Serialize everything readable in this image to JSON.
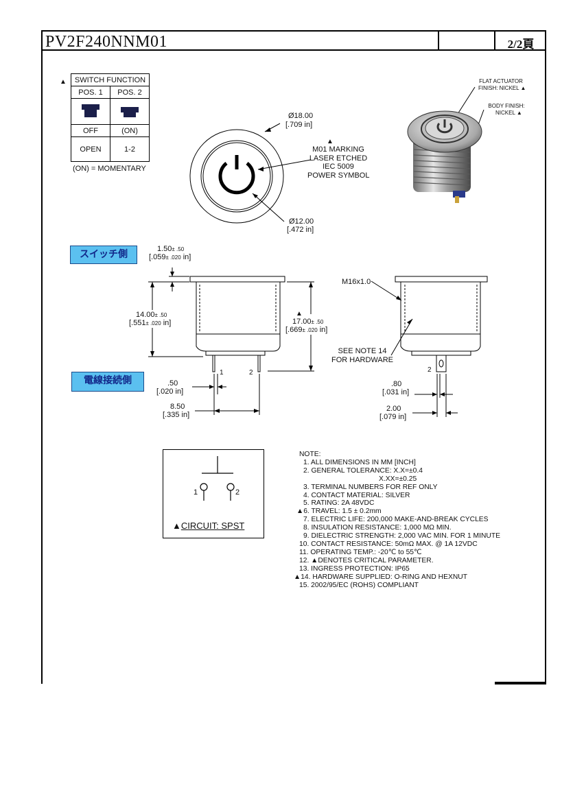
{
  "header": {
    "part_number": "PV2F240NNM01",
    "page": "2/2頁"
  },
  "switch_function": {
    "title": "SWITCH FUNCTION",
    "pos1": "POS. 1",
    "pos2": "POS. 2",
    "state1": "OFF",
    "state2": "(ON)",
    "contact1": "OPEN",
    "contact2": "1-2",
    "footnote": "(ON) = MOMENTARY"
  },
  "front_view": {
    "outer_dia_mm": "Ø18.00",
    "outer_dia_in": "[.709 in]",
    "inner_dia_mm": "Ø12.00",
    "inner_dia_in": "[.472 in]",
    "marking": [
      "M01 MARKING",
      "LASER ETCHED",
      "IEC 5009",
      "POWER SYMBOL"
    ]
  },
  "photo": {
    "actuator": [
      "FLAT ACTUATOR",
      "FINISH: NICKEL"
    ],
    "body": [
      "BODY FINISH:",
      "NICKEL"
    ]
  },
  "labels": {
    "switch_side": "スイッチ側",
    "wire_side": "電線接続側"
  },
  "side_view": {
    "flange_mm": "1.50",
    "flange_tol": "± .50",
    "flange_in": "[.059",
    "flange_in_tol": "± .020",
    "flange_in_end": "in]",
    "body_mm": "14.00",
    "body_tol": "± .50",
    "body_in": "[.551",
    "body_in_tol": "± .020",
    "body_in_end": "in]",
    "total_mm": "17.00",
    "total_tol": "± .50",
    "total_in": "[.669",
    "total_in_tol": "± .020",
    "total_in_end": "in]",
    "term1": "1",
    "term2": "2",
    "term_w_mm": ".50",
    "term_w_in": "[.020 in]",
    "term_pitch_mm": "8.50",
    "term_pitch_in": "[.335 in]"
  },
  "side_view2": {
    "thread": "M16x1.0",
    "note_ref": [
      "SEE NOTE 14",
      "FOR HARDWARE"
    ],
    "term2": "2",
    "term_t_mm": ".80",
    "term_t_in": "[.031 in]",
    "term_w_mm": "2.00",
    "term_w_in": "[.079 in]"
  },
  "circuit": {
    "label": "CIRCUIT: SPST",
    "t1": "1",
    "t2": "2"
  },
  "notes": {
    "title": "NOTE:",
    "items": [
      "1. ALL DIMENSIONS IN MM [INCH]",
      "2. GENERAL TOLERANCE: X.X=±0.4",
      "X.XX=±0.25",
      "3. TERMINAL NUMBERS FOR REF ONLY",
      "4. CONTACT MATERIAL: SILVER",
      "5. RATING: 2A 48VDC",
      "6. TRAVEL: 1.5 ± 0.2mm",
      "7. ELECTRIC LIFE: 200,000 MAKE-AND-BREAK CYCLES",
      "8. INSULATION RESISTANCE: 1,000 MΩ MIN.",
      "9. DIELECTRIC STRENGTH: 2,000 VAC MIN. FOR 1 MINUTE",
      "10. CONTACT RESISTANCE: 50mΩ MAX. @ 1A 12VDC",
      "11. OPERATING TEMP.: -20℃ to 55℃",
      "12. ▲DENOTES CRITICAL PARAMETER.",
      "13. INGRESS PROTECTION: IP65",
      "14. HARDWARE SUPPLIED: O-RING AND HEXNUT",
      "15. 2002/95/EC (ROHS) COMPLIANT"
    ]
  }
}
